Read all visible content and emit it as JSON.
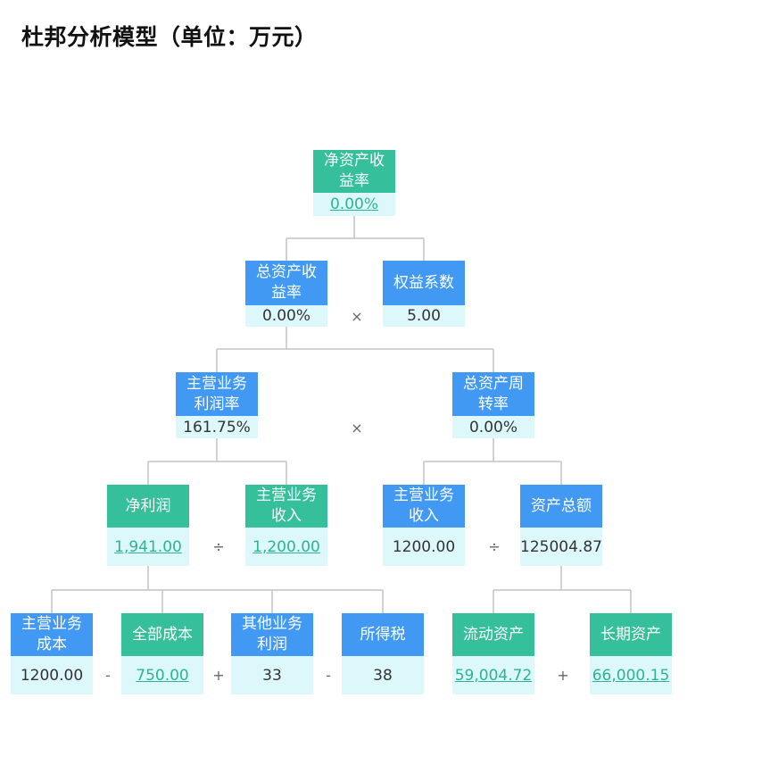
{
  "title": "杜邦分析模型（单位：万元）",
  "colors": {
    "green": "#35bf9a",
    "blue": "#4299f4",
    "value_bg": "#ddf8fb",
    "link": "#2db492",
    "line": "#c0c4cc"
  },
  "nodes": {
    "roe": {
      "label": "净资产收益率",
      "value": "0.00%"
    },
    "roa": {
      "label": "总资产收益率",
      "value": "0.00%"
    },
    "equity_multiplier": {
      "label": "权益系数",
      "value": "5.00"
    },
    "profit_margin": {
      "label": "主营业务利润率",
      "value": "161.75%"
    },
    "asset_turnover": {
      "label": "总资产周转率",
      "value": "0.00%"
    },
    "net_profit": {
      "label": "净利润",
      "value": "1,941.00"
    },
    "revenue_a": {
      "label": "主营业务收入",
      "value": "1,200.00"
    },
    "revenue_b": {
      "label": "主营业务收入",
      "value": "1200.00"
    },
    "total_assets": {
      "label": "资产总额",
      "value": "125004.87"
    },
    "main_cost": {
      "label": "主营业务成本",
      "value": "1200.00"
    },
    "total_cost": {
      "label": "全部成本",
      "value": "750.00"
    },
    "other_profit": {
      "label": "其他业务利润",
      "value": "33"
    },
    "income_tax": {
      "label": "所得税",
      "value": "38"
    },
    "current_assets": {
      "label": "流动资产",
      "value": "59,004.72"
    },
    "long_term_assets": {
      "label": "长期资产",
      "value": "66,000.15"
    }
  },
  "operators": {
    "times_1": "×",
    "times_2": "×",
    "divide_1": "÷",
    "divide_2": "÷",
    "minus_1": "-",
    "plus_1": "+",
    "minus_2": "-",
    "plus_2": "+"
  }
}
